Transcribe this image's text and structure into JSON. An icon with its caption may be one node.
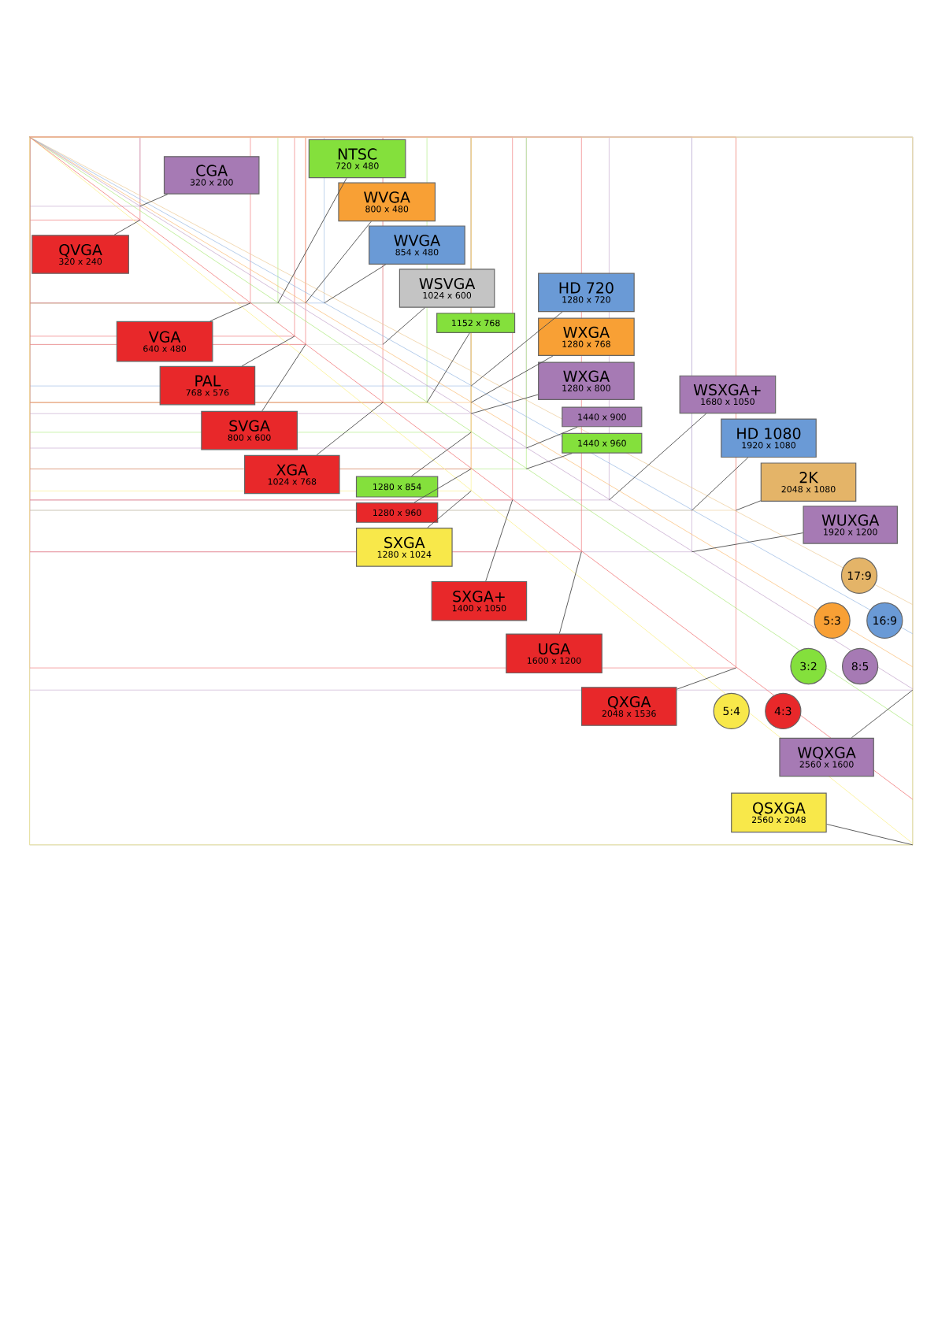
{
  "diagram": {
    "nodes": [
      {
        "text": [
          "QVGA",
          "320 x 240"
        ]
      },
      {
        "text": [
          "CGA",
          "320 x 200"
        ]
      },
      {
        "text": [
          "NTSC",
          "720 x 480"
        ]
      },
      {
        "text": [
          "WVGA",
          "800 x 480"
        ]
      },
      {
        "text": [
          "WVGA",
          "854 x 480"
        ]
      },
      {
        "text": [
          "WSVGA",
          "1024 x 600"
        ]
      },
      {
        "text": [
          "1152 x 768"
        ]
      },
      {
        "text": [
          "HD 720",
          "1280 x 720"
        ]
      },
      {
        "text": [
          "WXGA",
          "1280 x 768"
        ]
      },
      {
        "text": [
          "WXGA",
          "1280 x 800"
        ]
      },
      {
        "text": [
          "1440 x 900"
        ]
      },
      {
        "text": [
          "1440 x 960"
        ]
      },
      {
        "text": [
          "WSXGA+",
          "1680 x 1050"
        ]
      },
      {
        "text": [
          "HD 1080",
          "1920 x 1080"
        ]
      },
      {
        "text": [
          "2K",
          "2048 x 1080"
        ]
      },
      {
        "text": [
          "WUXGA",
          "1920 x 1200"
        ]
      },
      {
        "text": [
          "VGA",
          "640 x 480"
        ]
      },
      {
        "text": [
          "PAL",
          "768 x 576"
        ]
      },
      {
        "text": [
          "SVGA",
          "800 x 600"
        ]
      },
      {
        "text": [
          "XGA",
          "1024 x 768"
        ]
      },
      {
        "text": [
          "1280 x 854"
        ]
      },
      {
        "text": [
          "1280 x 960"
        ]
      },
      {
        "text": [
          "SXGA",
          "1280 x 1024"
        ]
      },
      {
        "text": [
          "SXGA+",
          "1400 x 1050"
        ]
      },
      {
        "text": [
          "UGA",
          "1600 x 1200"
        ]
      },
      {
        "text": [
          "QXGA",
          "2048 x 1536"
        ]
      },
      {
        "text": [
          "WQXGA",
          "2560 x 1600"
        ]
      },
      {
        "text": [
          "QSXGA",
          "2560 x 2048"
        ]
      },
      {
        "text": [
          "17:9"
        ]
      },
      {
        "text": [
          "5:3"
        ]
      },
      {
        "text": [
          "16:9"
        ]
      },
      {
        "text": [
          "3:2"
        ]
      },
      {
        "text": [
          "8:5"
        ]
      },
      {
        "text": [
          "5:4"
        ]
      },
      {
        "text": [
          "4:3"
        ]
      }
    ],
    "edges": [
      {
        "from": 0,
        "to": null,
        "arrow": "none"
      },
      {
        "from": 1,
        "to": null,
        "arrow": "none"
      },
      {
        "from": 2,
        "to": null,
        "arrow": "none"
      },
      {
        "from": 3,
        "to": null,
        "arrow": "none"
      },
      {
        "from": 4,
        "to": null,
        "arrow": "none"
      },
      {
        "from": 5,
        "to": null,
        "arrow": "none"
      },
      {
        "from": 6,
        "to": null,
        "arrow": "none"
      },
      {
        "from": 7,
        "to": null,
        "arrow": "none"
      },
      {
        "from": 8,
        "to": null,
        "arrow": "none"
      },
      {
        "from": 9,
        "to": null,
        "arrow": "none"
      },
      {
        "from": 10,
        "to": null,
        "arrow": "none"
      },
      {
        "from": 11,
        "to": null,
        "arrow": "none"
      },
      {
        "from": 12,
        "to": null,
        "arrow": "none"
      },
      {
        "from": 13,
        "to": null,
        "arrow": "none"
      },
      {
        "from": 14,
        "to": null,
        "arrow": "none"
      },
      {
        "from": 15,
        "to": null,
        "arrow": "none"
      },
      {
        "from": 16,
        "to": null,
        "arrow": "none"
      },
      {
        "from": 17,
        "to": null,
        "arrow": "none"
      },
      {
        "from": 18,
        "to": null,
        "arrow": "none"
      },
      {
        "from": 19,
        "to": null,
        "arrow": "none"
      },
      {
        "from": 20,
        "to": null,
        "arrow": "none"
      },
      {
        "from": 21,
        "to": null,
        "arrow": "none"
      },
      {
        "from": 22,
        "to": null,
        "arrow": "none"
      },
      {
        "from": 23,
        "to": null,
        "arrow": "none"
      },
      {
        "from": 24,
        "to": null,
        "arrow": "none"
      },
      {
        "from": 25,
        "to": null,
        "arrow": "none"
      },
      {
        "from": 26,
        "to": null,
        "arrow": "none"
      },
      {
        "from": 27,
        "to": null,
        "arrow": "none"
      }
    ]
  }
}
